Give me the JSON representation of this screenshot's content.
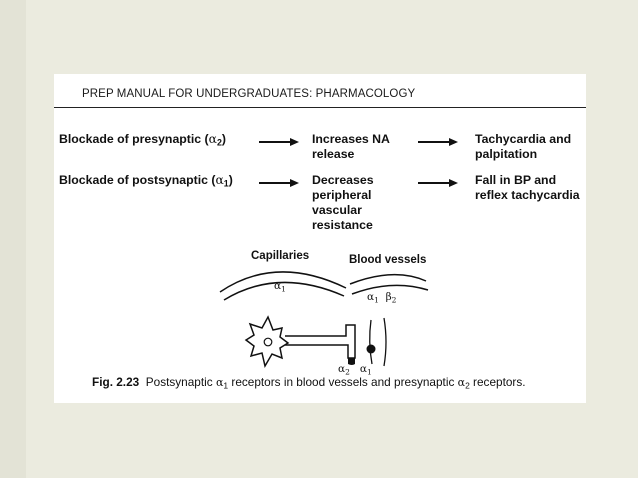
{
  "header": "PREP MANUAL FOR UNDERGRADUATES: PHARMACOLOGY",
  "rows": [
    {
      "cause_prefix": "Blockade of presynaptic (",
      "cause_symbol": "α",
      "cause_sub": "2",
      "cause_suffix": ")",
      "effect_lines": [
        "Increases NA",
        "release"
      ],
      "result_lines": [
        "Tachycardia and",
        "palpitation"
      ]
    },
    {
      "cause_prefix": "Blockade of postsynaptic (",
      "cause_symbol": "α",
      "cause_sub": "1",
      "cause_suffix": ")",
      "effect_lines": [
        "Decreases",
        "peripheral",
        "vascular",
        "resistance"
      ],
      "result_lines": [
        "Fall in BP and",
        "reflex tachycardia"
      ]
    }
  ],
  "figure": {
    "capillaries_label": "Capillaries",
    "blood_vessels_label": "Blood vessels",
    "cap_receptor": {
      "symbol": "α",
      "sub": "1"
    },
    "bv_receptor_a": {
      "symbol": "α",
      "sub": "1"
    },
    "bv_receptor_b": {
      "symbol": "β",
      "sub": "2"
    },
    "nerve_receptor_a": {
      "symbol": "α",
      "sub": "2"
    },
    "nerve_receptor_b": {
      "symbol": "α",
      "sub": "1"
    }
  },
  "caption": {
    "fig_no": "Fig. 2.23",
    "part1": "Postsynaptic ",
    "sym1": "α",
    "sub1": "1",
    "part2": " receptors in blood vessels and presynaptic ",
    "sym2": "α",
    "sub2": "2",
    "part3": " receptors."
  }
}
